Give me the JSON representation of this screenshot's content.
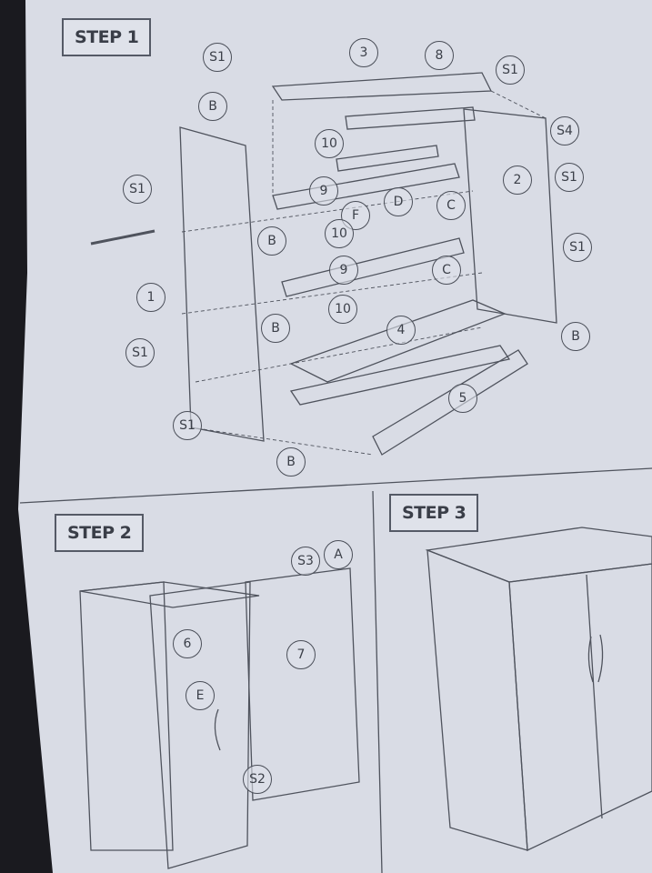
{
  "steps": {
    "step1": "STEP 1",
    "step2": "STEP 2",
    "step3": "STEP 3"
  },
  "step1_labels": [
    "S1",
    "3",
    "8",
    "S1",
    "B",
    "10",
    "S4",
    "9",
    "D",
    "C",
    "2",
    "S1",
    "S1",
    "F",
    "B",
    "10",
    "9",
    "C",
    "S1",
    "1",
    "B",
    "10",
    "4",
    "B",
    "S1",
    "5",
    "S1",
    "B"
  ],
  "step2_labels": [
    "S3",
    "A",
    "6",
    "7",
    "E",
    "S2"
  ]
}
